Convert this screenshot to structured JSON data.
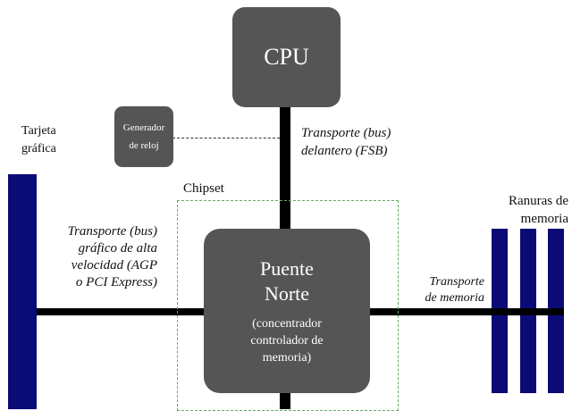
{
  "colors": {
    "box_fill": "#555555",
    "box_text": "#ffffff",
    "bus": "#000000",
    "card_and_slots": "#0b0b78",
    "chipset_border": "#6aa86a"
  },
  "cpu": {
    "label": "CPU"
  },
  "clock": {
    "line1": "Generador",
    "line2": "de reloj"
  },
  "fsb": {
    "line1": "Transporte (bus)",
    "line2": "delantero (FSB)"
  },
  "graphics_card": {
    "line1": "Tarjeta",
    "line2": "gráfica"
  },
  "chipset": {
    "label": "Chipset"
  },
  "northbridge": {
    "title_line1": "Puente",
    "title_line2": "Norte",
    "sub_line1": "(concentrador",
    "sub_line2": "controlador de",
    "sub_line3": "memoria)"
  },
  "graphics_bus": {
    "line1": "Transporte (bus)",
    "line2": "gráfico de alta",
    "line3": "velocidad (AGP",
    "line4": "o PCI Express)"
  },
  "memory_bus": {
    "line1": "Transporte",
    "line2": "de memoria"
  },
  "memory_slots": {
    "line1": "Ranuras de",
    "line2": "memoria",
    "count": 3
  }
}
